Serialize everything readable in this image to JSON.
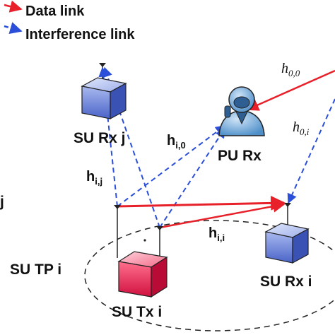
{
  "legend": {
    "data_link": "Data link",
    "interference_link": "Interference link"
  },
  "nodes": {
    "su_rx_j": "SU Rx j",
    "pu_rx": "PU Rx",
    "su_tx_i": "SU Tx i",
    "su_rx_i": "SU Rx i",
    "su_tp_i": "SU TP i",
    "left_edge_j": "j"
  },
  "channels": {
    "h00": {
      "base": "h",
      "sub": "0,0"
    },
    "h0i": {
      "base": "h",
      "sub": "0,i"
    },
    "hi0": {
      "base": "h",
      "sub": "i,0"
    },
    "hij": {
      "base": "h",
      "sub": "i,j"
    },
    "hii": {
      "base": "h",
      "sub": "i,i"
    }
  },
  "colors": {
    "data_link": "#e8202a",
    "interference_link": "#2b4fd8",
    "box_blue": "#6f86d6",
    "box_red": "#e0204a",
    "user": "#6fa8dc"
  }
}
